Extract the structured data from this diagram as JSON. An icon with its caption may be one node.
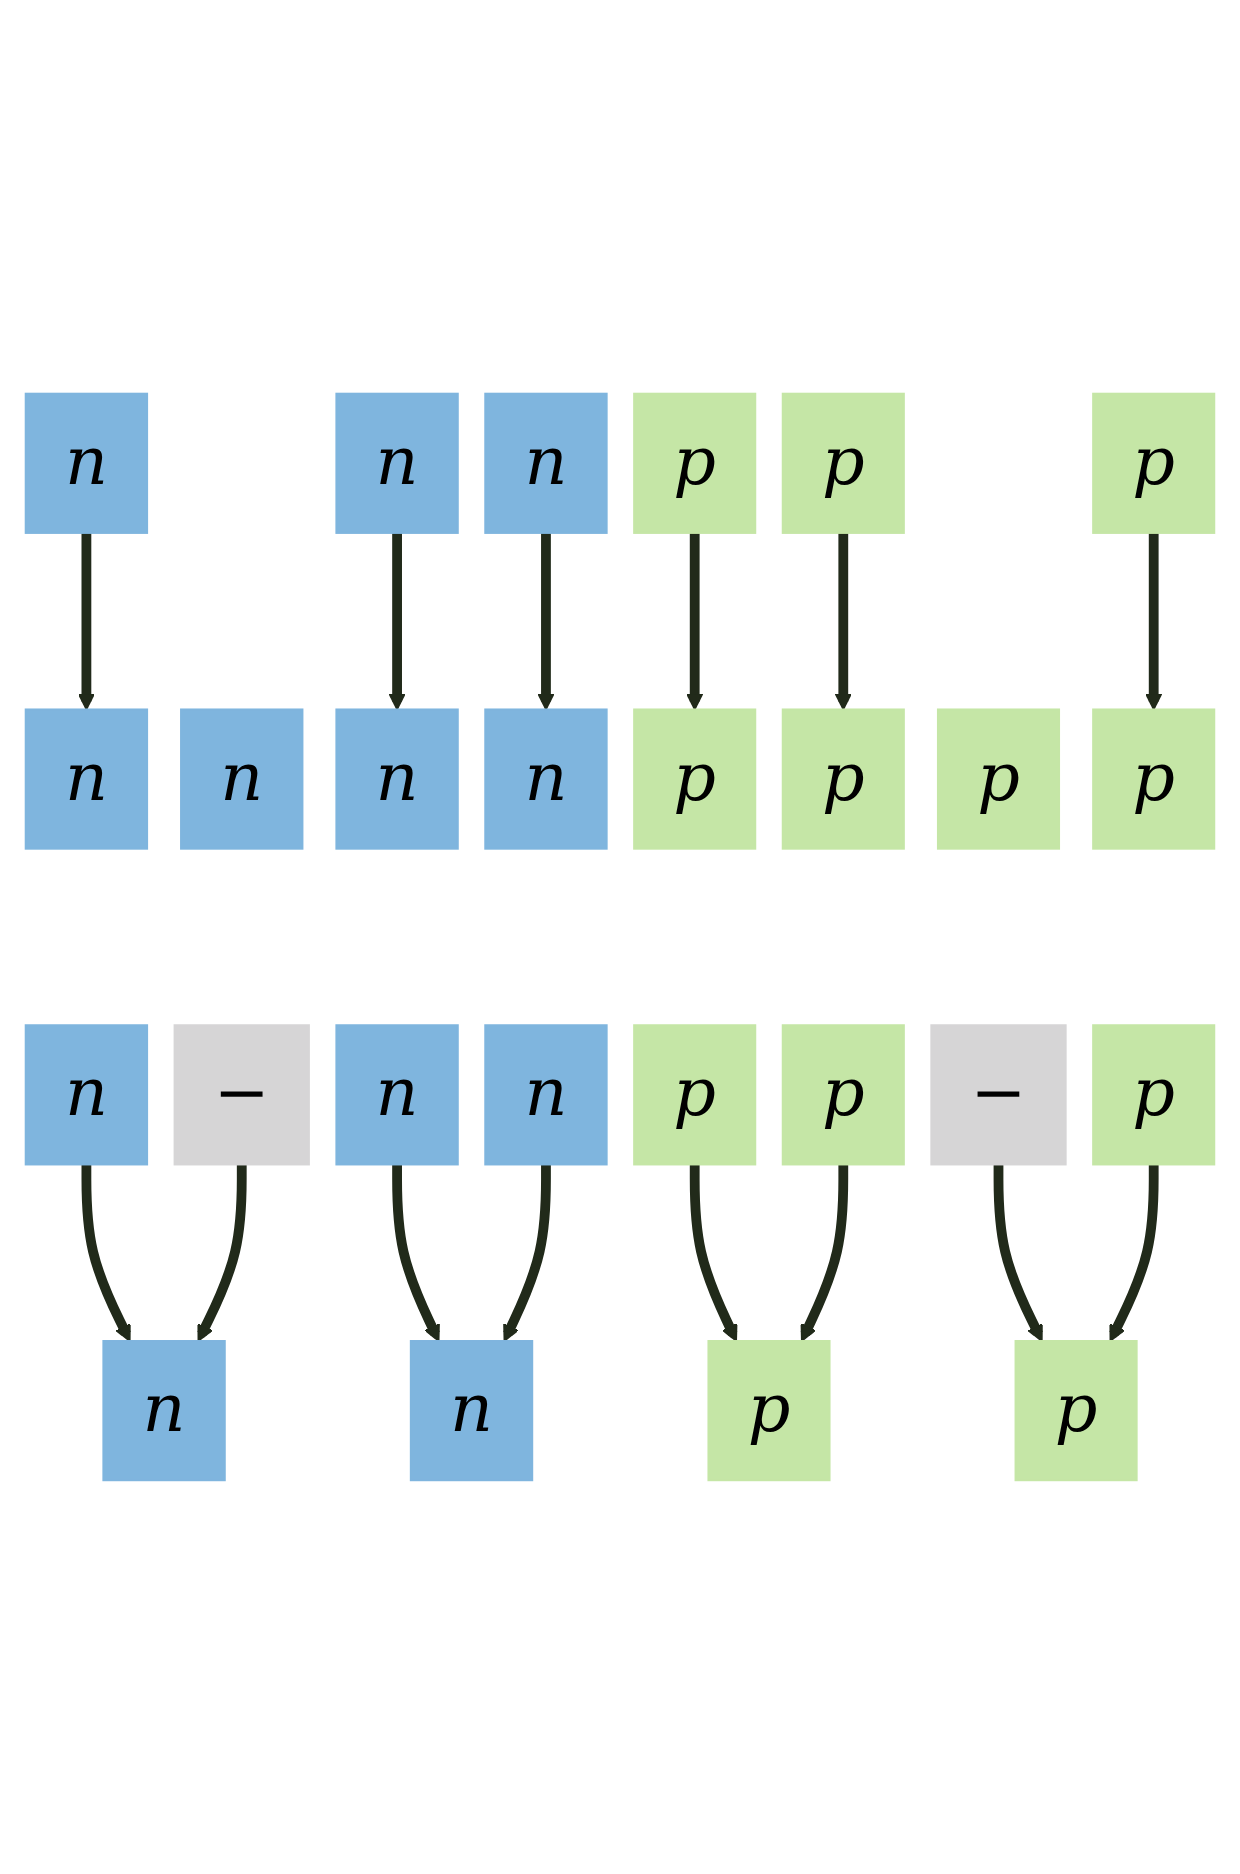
{
  "diagram": {
    "nodes": [
      {
        "text": [
          "n"
        ]
      },
      {
        "text": [
          "n"
        ]
      },
      {
        "text": [
          "p"
        ]
      },
      {
        "text": [
          "p"
        ]
      },
      {
        "text": [
          "n"
        ]
      },
      {
        "text": [
          "p"
        ]
      },
      {
        "text": [
          "n"
        ]
      },
      {
        "text": [
          "p"
        ]
      },
      {
        "text": [
          "n"
        ]
      },
      {
        "text": [
          "p"
        ]
      },
      {
        "text": [
          "n"
        ]
      },
      {
        "text": [
          "p"
        ]
      },
      {
        "text": [
          "n"
        ]
      },
      {
        "text": [
          "p"
        ]
      },
      {
        "text": [
          "n"
        ]
      },
      {
        "text": [
          "−"
        ]
      },
      {
        "text": [
          "n"
        ]
      },
      {
        "text": [
          "p"
        ]
      },
      {
        "text": [
          "−"
        ]
      },
      {
        "text": [
          "p"
        ]
      },
      {
        "text": [
          "n"
        ]
      },
      {
        "text": [
          "p"
        ]
      },
      {
        "text": [
          "n"
        ]
      },
      {
        "text": [
          "p"
        ]
      },
      {
        "text": [
          "n"
        ]
      },
      {
        "text": [
          "p"
        ]
      }
    ],
    "edges": [
      {
        "from": 0,
        "to": 6,
        "arrow": "to"
      },
      {
        "from": 1,
        "to": 8,
        "arrow": "to"
      },
      {
        "from": 2,
        "to": 9,
        "arrow": "to"
      },
      {
        "from": 3,
        "to": 11,
        "arrow": "to"
      },
      {
        "from": 4,
        "to": 12,
        "arrow": "to"
      },
      {
        "from": 5,
        "to": 13,
        "arrow": "to"
      },
      {
        "from": 14,
        "to": 22,
        "arrow": "to"
      },
      {
        "from": 15,
        "to": 23,
        "arrow": "to"
      },
      {
        "from": 16,
        "to": 24,
        "arrow": "to"
      },
      {
        "from": 17,
        "to": 25,
        "arrow": "to"
      },
      {
        "from": 18,
        "to": 22,
        "arrow": "to"
      },
      {
        "from": 19,
        "to": 23,
        "arrow": "to"
      },
      {
        "from": 20,
        "to": 24,
        "arrow": "to"
      },
      {
        "from": 21,
        "to": 25,
        "arrow": "to"
      }
    ]
  }
}
